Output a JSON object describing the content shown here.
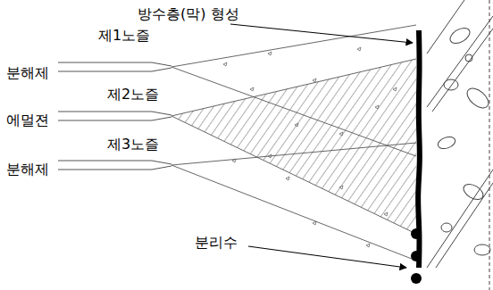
{
  "diagram": {
    "labels": [
      "방수층(막) 형성",
      "제1노즐",
      "분해제",
      "에멀젼",
      "제2노즐",
      "분해제",
      "제3노즐",
      "분리수"
    ]
  }
}
